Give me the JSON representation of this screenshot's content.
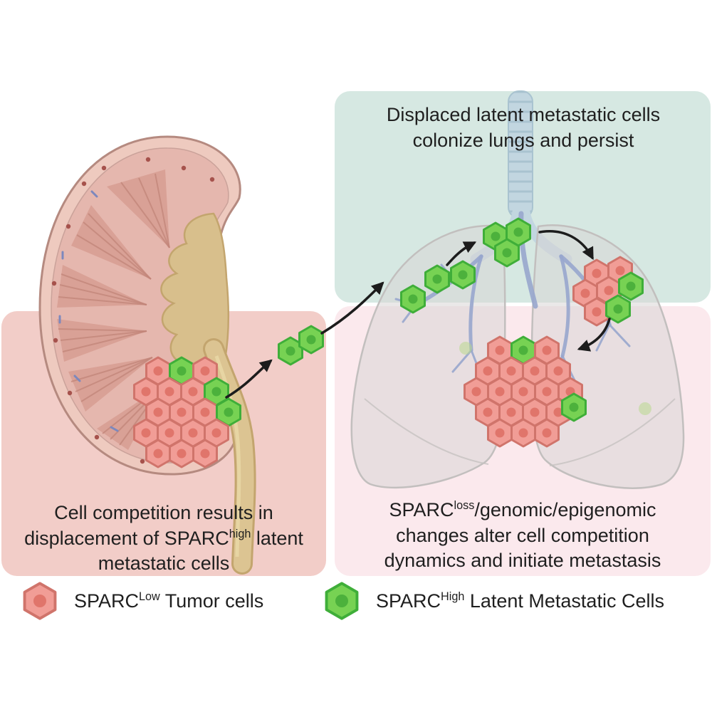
{
  "panels": {
    "lungs": {
      "line1": "Displaced latent metastatic cells",
      "line2": "colonize lungs and persist"
    },
    "kidney": {
      "line1": "Cell competition results in",
      "line2_pre": "displacement of SPARC",
      "line2_sup": "high",
      "line2_post": " latent",
      "line3": "metastatic cells"
    },
    "metastasis": {
      "line1_pre": "SPARC",
      "line1_sup": "loss",
      "line1_post": "/genomic/epigenomic",
      "line2": "changes alter cell competition",
      "line3": "dynamics and initiate metastasis"
    }
  },
  "legend": {
    "tumor": {
      "icon": "red-hexagon-cell",
      "pre": "SPARC",
      "sup": "Low",
      "post": " Tumor cells"
    },
    "latent": {
      "icon": "green-hexagon-cell",
      "pre": "SPARC",
      "sup": "High",
      "post": " Latent Metastatic Cells"
    }
  },
  "colors": {
    "panel_teal": "#d6e8e2",
    "panel_pink": "#f2cdc8",
    "panel_lightpink": "#fbe9ed",
    "tumor_fill": "#f19d96",
    "tumor_stroke": "#d0746b",
    "tumor_nucleus": "#e0756b",
    "latent_fill": "#77d253",
    "latent_stroke": "#3fae39",
    "latent_nucleus": "#4cb13c",
    "arrow": "#1c1c1c",
    "text": "#1f1f1f"
  }
}
